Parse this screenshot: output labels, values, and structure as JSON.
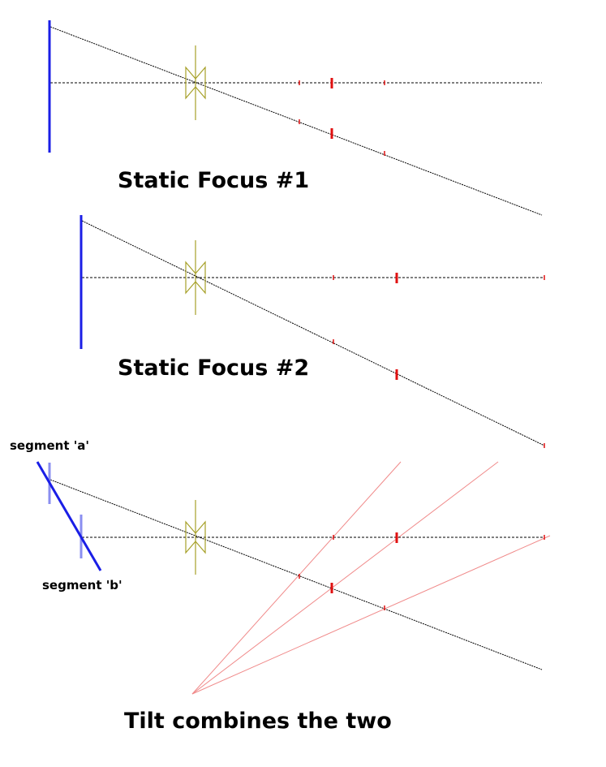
{
  "diagram": {
    "panels": [
      {
        "title": "Static Focus #1"
      },
      {
        "title": "Static Focus #2"
      },
      {
        "title": "Tilt combines the two",
        "segment_a_label": "segment 'a'",
        "segment_b_label": "segment 'b'"
      }
    ],
    "colors": {
      "sensor": "#1a1ee6",
      "sensor_light": "#8a8ef0",
      "lens": "#a6a028",
      "focus_mark": "#e01010",
      "construction_line": "#f08a8a",
      "ray": "#000000"
    },
    "icons": [
      "lens-icon"
    ]
  }
}
